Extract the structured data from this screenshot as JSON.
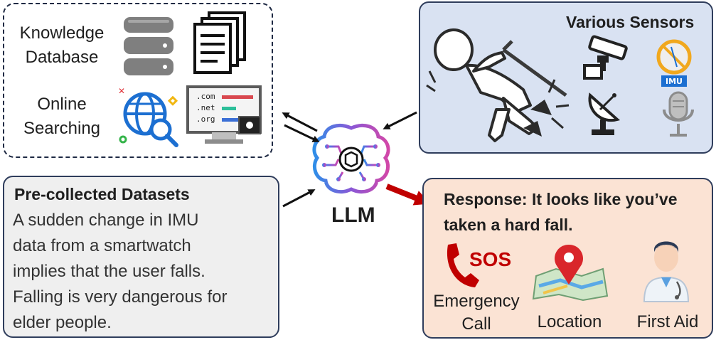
{
  "knowledge": {
    "database_label_1": "Knowledge",
    "database_label_2": "Database",
    "search_label_1": "Online",
    "search_label_2": "Searching",
    "web_tlds": [
      ".com",
      ".net",
      ".org"
    ]
  },
  "sensors": {
    "title": "Various Sensors",
    "imu_badge": "IMU"
  },
  "llm": {
    "label": "LLM"
  },
  "datasets": {
    "title": "Pre-collected Datasets",
    "lines": [
      "A sudden change in IMU",
      "data from a smartwatch",
      "implies that the user falls.",
      "Falling is very dangerous for",
      "elder people."
    ]
  },
  "response": {
    "title_line_1": "Response: It looks like you’ve",
    "title_line_2": "taken a hard fall.",
    "sos_text": "SOS",
    "emergency_1": "Emergency",
    "emergency_2": "Call",
    "location": "Location",
    "first_aid": "First Aid"
  },
  "colors": {
    "sensor_bg": "#d9e2f2",
    "response_bg": "#fbe3d4",
    "dataset_bg": "#efefef",
    "arrow_red": "#c00000",
    "sos_red": "#c00000"
  }
}
